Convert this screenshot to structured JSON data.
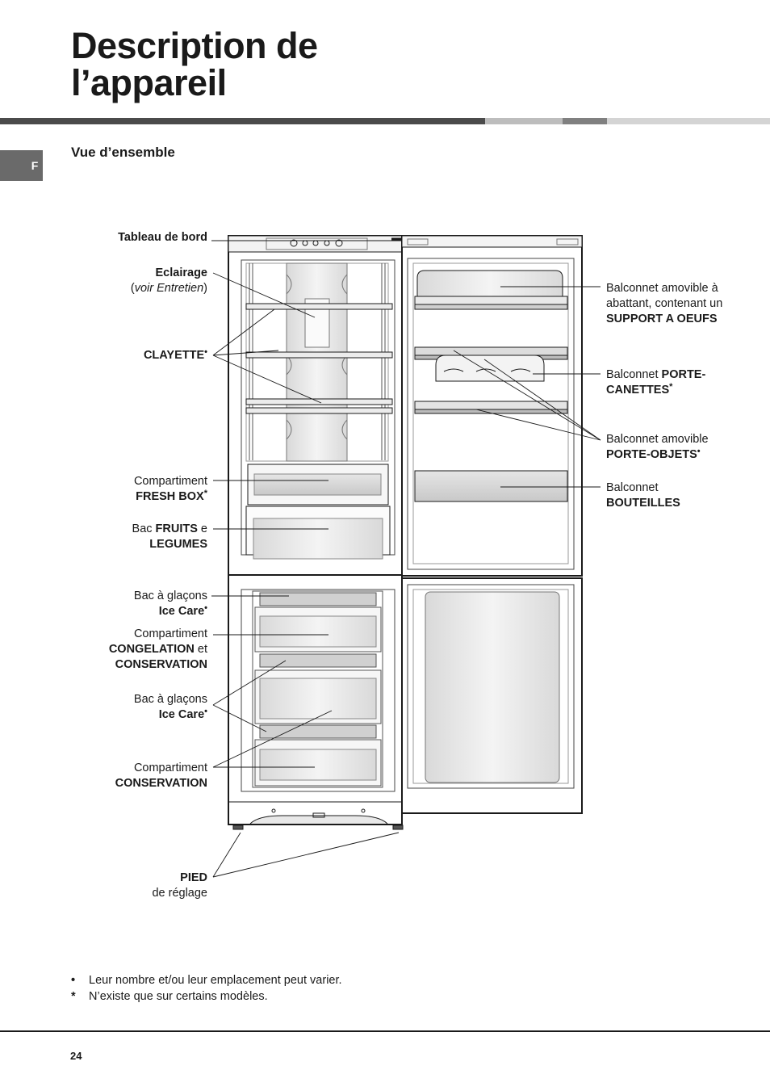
{
  "page": {
    "title_line1": "Description de",
    "title_line2": "l’appareil",
    "language_tab": "F",
    "subtitle": "Vue d’ensemble",
    "page_number": "24"
  },
  "labels": {
    "tableau": "Tableau de bord",
    "eclairage": "Eclairage",
    "eclairage_open": "(",
    "eclairage_note": "voir Entretien",
    "eclairage_close": ")",
    "clayette": "CLAYETTE",
    "fresh_line1": "Compartiment",
    "fresh_line2": "FRESH BOX",
    "fruits_pre": "Bac ",
    "fruits_bold": "FRUITS",
    "fruits_post": " e",
    "fruits_line2": "LEGUMES",
    "icecare1_line1": "Bac à glaçons",
    "icecare1_line2": "Ice Care",
    "congel_line1": "Compartiment",
    "congel_bold": "CONGELATION",
    "congel_post": " et",
    "congel_line3": "CONSERVATION",
    "icecare2_line1": "Bac à glaçons",
    "icecare2_line2": "Ice Care",
    "conserv_line1": "Compartiment",
    "conserv_line2": "CONSERVATION",
    "pied_line1": "PIED",
    "pied_line2": "de réglage",
    "oeufs_line1": "Balconnet amovible à",
    "oeufs_line2": "abattant, contenant un",
    "oeufs_line3": "SUPPORT A OEUFS",
    "canettes_pre": "Balconnet ",
    "canettes_bold1": "PORTE-",
    "canettes_line2": "CANETTES",
    "objets_line1": "Balconnet amovible",
    "objets_line2": "PORTE-OBJETS",
    "bouteilles_line1": "Balconnet",
    "bouteilles_line2": "BOUTEILLES",
    "bullet_mark": "•",
    "asterisk_mark": "*"
  },
  "footnotes": {
    "bullet_symbol": "•",
    "bullet_text": "Leur nombre et/ou leur emplacement peut varier.",
    "asterisk_symbol": "*",
    "asterisk_text": "N’existe que sur certains modèles."
  }
}
